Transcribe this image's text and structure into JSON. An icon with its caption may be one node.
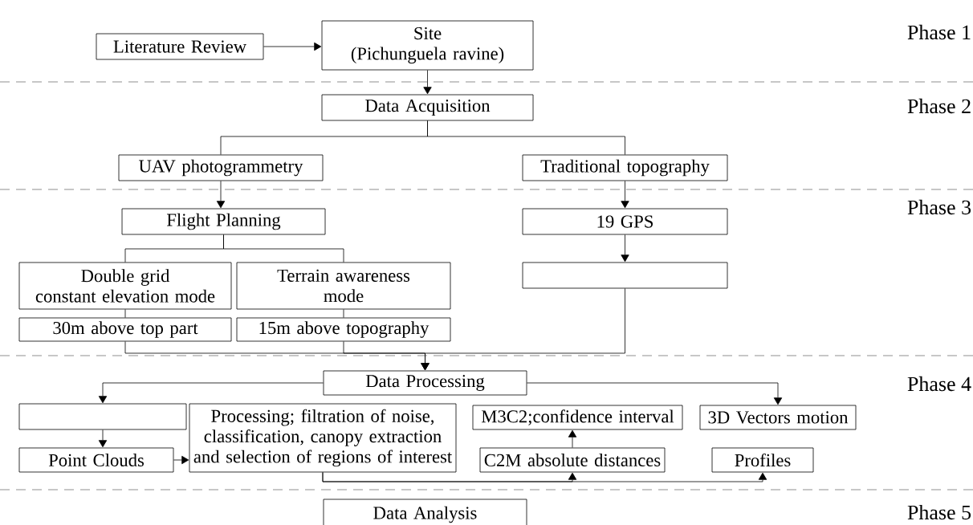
{
  "diagram": {
    "nodes": [
      {
        "text": [
          "Literature Review"
        ]
      },
      {
        "text": [
          "Site (Pichunguela ravine)"
        ]
      },
      {
        "text": [
          "Data Acquisition"
        ]
      },
      {
        "text": [
          "UAV photogrammetry"
        ]
      },
      {
        "text": [
          "Traditional topography"
        ]
      },
      {
        "text": [
          "Flight Planning"
        ]
      },
      {
        "text": [
          "19 GPS"
        ]
      },
      {
        "text": [
          "Double grid constant elevation mode"
        ]
      },
      {
        "text": [
          "Terrain awareness mode"
        ]
      },
      {
        "text": [],
        "shape": "box"
      },
      {
        "text": [
          "30m above top part"
        ]
      },
      {
        "text": [
          "15m above topography"
        ]
      },
      {
        "text": [
          "Data Processing"
        ]
      },
      {
        "text": [],
        "shape": "box"
      },
      {
        "text": [
          "Processing; filtration of noise, classification, canopy extraction and selection of regions of interest"
        ]
      },
      {
        "text": [
          "M3C2;confidence interval"
        ]
      },
      {
        "text": [
          "3D Vectors motion"
        ]
      },
      {
        "text": [
          "Point Clouds"
        ]
      },
      {
        "text": [
          "C2M absolute distances"
        ]
      },
      {
        "text": [
          "Profiles"
        ]
      },
      {
        "text": [
          "Data Analysis"
        ]
      }
    ],
    "edges": [
      {
        "from": 0,
        "to": 1,
        "arrow": "to"
      },
      {
        "from": 1,
        "to": 2,
        "arrow": "to"
      },
      {
        "from": 2,
        "to": 3,
        "arrow": "none"
      },
      {
        "from": 2,
        "to": 4,
        "arrow": "none"
      },
      {
        "from": 3,
        "to": 5,
        "arrow": "to"
      },
      {
        "from": 4,
        "to": 6,
        "arrow": "to"
      },
      {
        "from": 5,
        "to": 7,
        "arrow": "none"
      },
      {
        "from": 5,
        "to": 8,
        "arrow": "none"
      },
      {
        "from": 6,
        "to": 9,
        "arrow": "to"
      },
      {
        "from": 7,
        "to": 10,
        "arrow": "none"
      },
      {
        "from": 8,
        "to": 11,
        "arrow": "none"
      },
      {
        "from": 10,
        "to": 12,
        "arrow": "to"
      },
      {
        "from": 11,
        "to": 12,
        "arrow": "to"
      },
      {
        "from": 9,
        "to": 12,
        "arrow": "to"
      },
      {
        "from": 12,
        "to": 13,
        "arrow": "to"
      },
      {
        "from": 12,
        "to": 16,
        "arrow": "to"
      },
      {
        "from": 13,
        "to": 17,
        "arrow": "to"
      },
      {
        "from": 17,
        "to": 14,
        "arrow": "to"
      },
      {
        "from": 14,
        "to": 18,
        "arrow": "to"
      },
      {
        "from": 14,
        "to": 19,
        "arrow": "to"
      },
      {
        "from": 18,
        "to": 15,
        "arrow": "to"
      }
    ],
    "labels": [
      "Phase 1",
      "Phase 2",
      "Phase 3",
      "Phase 4",
      "Phase 5"
    ]
  }
}
